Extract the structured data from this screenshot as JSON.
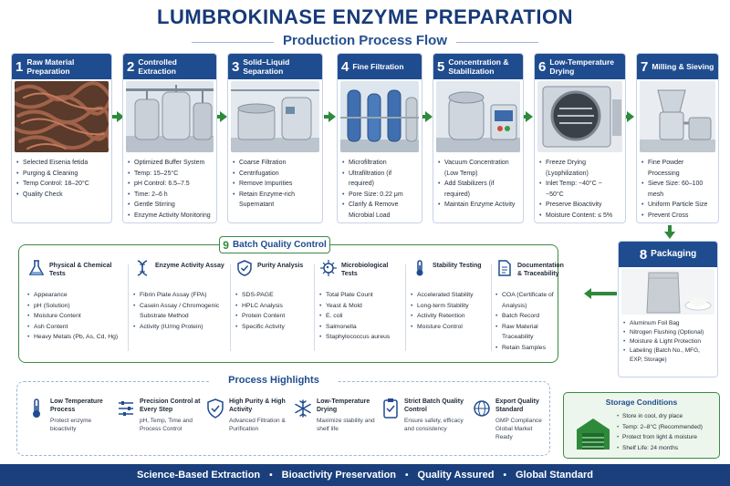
{
  "title": "LUMBROKINASE ENZYME PREPARATION",
  "subtitle": "Production Process Flow",
  "steps": [
    {
      "num": "1",
      "title": "Raw Material Preparation",
      "items": [
        "Selected Eisenia fetida",
        "Purging & Cleaning",
        "Temp Control: 18–20°C",
        "Quality Check"
      ]
    },
    {
      "num": "2",
      "title": "Controlled Extraction",
      "items": [
        "Optimized Buffer System",
        "Temp: 15–25°C",
        "pH Control: 6.5–7.5",
        "Time: 2–6 h",
        "Gentle Stirring",
        "Enzyme Activity Monitoring"
      ]
    },
    {
      "num": "3",
      "title": "Solid–Liquid Separation",
      "items": [
        "Coarse Filtration",
        "Centrifugation",
        "Remove Impurities",
        "Retain Enzyme-rich Supernatant"
      ]
    },
    {
      "num": "4",
      "title": "Fine Filtration",
      "items": [
        "Microfiltration",
        "Ultrafiltration (if required)",
        "Pore Size: 0.22 μm",
        "Clarify & Remove Microbial Load"
      ]
    },
    {
      "num": "5",
      "title": "Concentration & Stabilization",
      "items": [
        "Vacuum Concentration (Low Temp)",
        "Add Stabilizers (if required)",
        "Maintain Enzyme Activity"
      ]
    },
    {
      "num": "6",
      "title": "Low-Temperature Drying",
      "items": [
        "Freeze Drying (Lyophilization)",
        "Inlet Temp: −40°C ~ −50°C",
        "Preserve Bioactivity",
        "Moisture Content: ≤ 5%"
      ]
    },
    {
      "num": "7",
      "title": "Milling & Sieving",
      "items": [
        "Fine Powder Processing",
        "Sieve Size: 60–100 mesh",
        "Uniform Particle Size",
        "Prevent Cross Contamination"
      ]
    }
  ],
  "packaging": {
    "num": "8",
    "title": "Packaging",
    "items": [
      "Aluminum Foil Bag",
      "Nitrogen Flushing (Optional)",
      "Moisture & Light Protection",
      "Labeling (Batch No., MFG, EXP, Storage)"
    ]
  },
  "quality_control": {
    "num": "9",
    "title": "Batch Quality Control",
    "columns": [
      {
        "icon": "flask-icon",
        "title": "Physical & Chemical Tests",
        "items": [
          "Appearance",
          "pH (Solution)",
          "Moisture Content",
          "Ash Content",
          "Heavy Metals (Pb, As, Cd, Hg)"
        ]
      },
      {
        "icon": "dna-icon",
        "title": "Enzyme Activity Assay",
        "items": [
          "Fibrin Plate Assay (FPA)",
          "Casein Assay / Chromogenic Substrate Method",
          "Activity (IU/mg Protein)"
        ]
      },
      {
        "icon": "shield-check-icon",
        "title": "Purity Analysis",
        "items": [
          "SDS-PAGE",
          "HPLC Analysis",
          "Protein Content",
          "Specific Activity"
        ]
      },
      {
        "icon": "microbe-icon",
        "title": "Microbiological Tests",
        "items": [
          "Total Plate Count",
          "Yeast & Mold",
          "E. coli",
          "Salmonella",
          "Staphylococcus aureus"
        ]
      },
      {
        "icon": "thermometer-icon",
        "title": "Stability Testing",
        "items": [
          "Accelerated Stability",
          "Long-term Stability",
          "Activity Retention",
          "Moisture Control"
        ]
      },
      {
        "icon": "document-icon",
        "title": "Documentation & Traceability",
        "items": [
          "COA (Certificate of Analysis)",
          "Batch Record",
          "Raw Material Traceability",
          "Retain Samples"
        ]
      }
    ]
  },
  "highlights": {
    "title": "Process Highlights",
    "items": [
      {
        "icon": "thermometer-icon",
        "title": "Low Temperature Process",
        "desc": "Protect enzyme bioactivity"
      },
      {
        "icon": "sliders-icon",
        "title": "Precision Control at Every Step",
        "desc": "pH, Temp, Time and Process Control"
      },
      {
        "icon": "shield-check-icon",
        "title": "High Purity & High Activity",
        "desc": "Advanced Filtration & Purification"
      },
      {
        "icon": "snowflake-icon",
        "title": "Low-Temperature Drying",
        "desc": "Maximize stability and shelf life"
      },
      {
        "icon": "checklist-icon",
        "title": "Strict Batch Quality Control",
        "desc": "Ensure safety, efficacy and consistency"
      },
      {
        "icon": "globe-icon",
        "title": "Export Quality Standard",
        "desc": "GMP Compliance Global Market Ready"
      }
    ]
  },
  "storage": {
    "title": "Storage Conditions",
    "items": [
      "Store in cool, dry place",
      "Temp: 2–8°C (Recommended)",
      "Protect from light & moisture",
      "Shelf Life: 24 months"
    ]
  },
  "footer": [
    "Science-Based Extraction",
    "Bioactivity Preservation",
    "Quality Assured",
    "Global Standard"
  ],
  "colors": {
    "primary": "#1f4c8f",
    "accent_green": "#2e8a3a",
    "footer": "#1a3f7c"
  }
}
